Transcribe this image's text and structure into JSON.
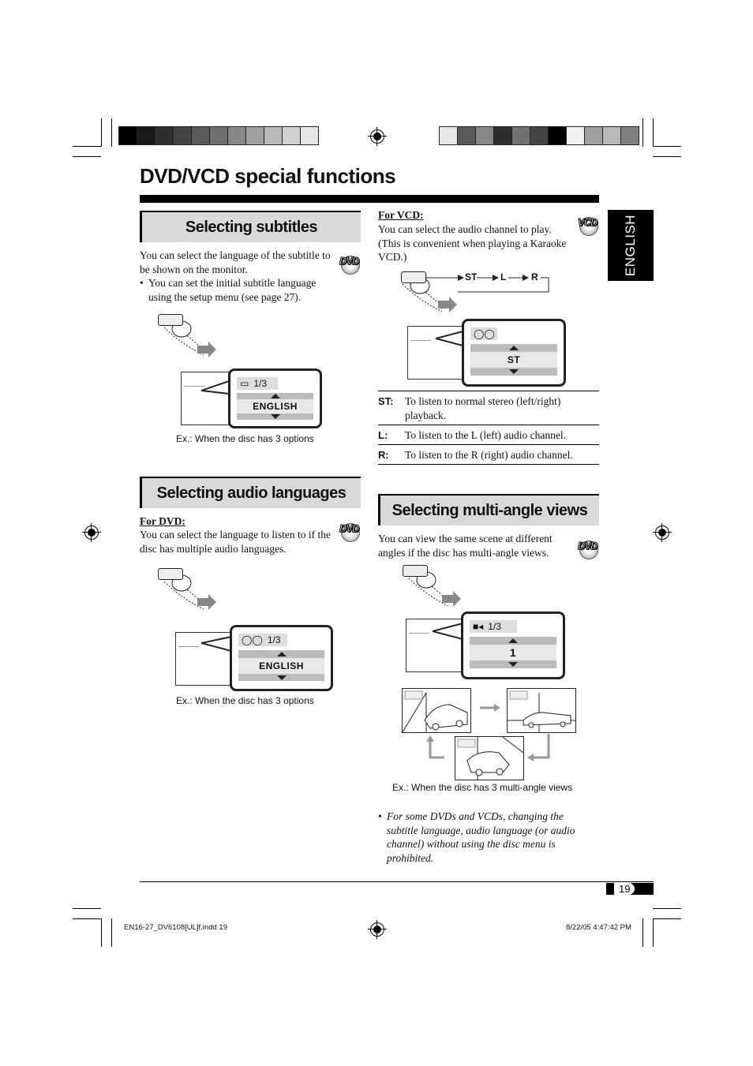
{
  "page_title": "DVD/VCD special functions",
  "side_tab": "ENGLISH",
  "disc_icons": {
    "dvd": "DVD",
    "vcd": "VCD"
  },
  "subtitles": {
    "heading": "Selecting subtitles",
    "text": "You can select the language of the subtitle to be shown on the monitor.",
    "bullet": "You can set the initial subtitle language using the setup menu (see page 27).",
    "osd_count": "1/3",
    "osd_value": "ENGLISH",
    "caption": "Ex.: When the disc has 3 options",
    "icon": "subtitle-icon"
  },
  "audio": {
    "heading": "Selecting audio languages",
    "for_label": "For DVD:",
    "text": "You can select the language to listen to if the disc has multiple audio languages.",
    "osd_count": "1/3",
    "osd_value": "ENGLISH",
    "caption": "Ex.: When the disc has 3 options",
    "icon": "audio-icon"
  },
  "vcd": {
    "for_label": "For VCD:",
    "text": "You can select the audio channel to play. (This is convenient when playing a Karaoke VCD.)",
    "sequence": [
      "ST",
      "L",
      "R"
    ],
    "osd_value": "ST",
    "rows": [
      {
        "key": "ST:",
        "value": "To listen to normal stereo (left/right) playback."
      },
      {
        "key": "L:",
        "value": "To listen to the L (left) audio channel."
      },
      {
        "key": "R:",
        "value": "To listen to the R (right) audio channel."
      }
    ]
  },
  "angle": {
    "heading": "Selecting multi-angle views",
    "text": "You can view the same scene at different angles if the disc has multi-angle views.",
    "osd_count": "1/3",
    "osd_value": "1",
    "caption": "Ex.: When the disc has 3 multi-angle views",
    "icon": "camera-angle-icon"
  },
  "note": "For some DVDs and VCDs, changing the subtitle language, audio language (or audio channel) without using the disc menu is prohibited.",
  "page_number": "19",
  "footer": {
    "file": "EN16-27_DV6108[UL]f.indd   19",
    "timestamp": "8/22/05   4:47:42 PM"
  },
  "colors": {
    "heading_bg": "#d9d9d9",
    "tab_bg": "#000000"
  }
}
